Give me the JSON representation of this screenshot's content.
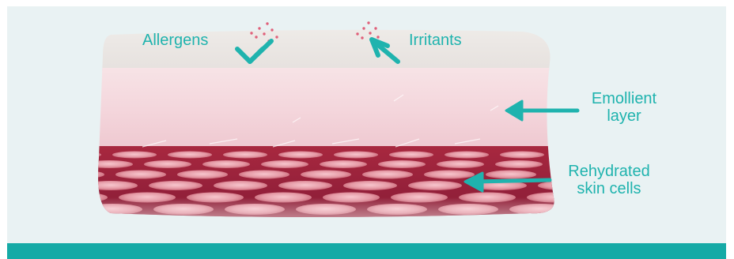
{
  "labels": {
    "allergens": "Allergens",
    "irritants": "Irritants",
    "emollient_line1": "Emollient",
    "emollient_line2": "layer",
    "rehydrated_line1": "Rehydrated",
    "rehydrated_line2": "skin cells"
  },
  "colors": {
    "accent_teal": "#1fb3ae",
    "panel_background": "#e9f2f3",
    "bottom_bar": "#15aaa6",
    "particles_pink": "#e0607a",
    "top_layer": "#ebe7e4",
    "emollient_layer": "#f5d9dd",
    "skin_cells_dark": "#9a1f35"
  },
  "icons": [
    "particles-icon",
    "arrow-icon"
  ]
}
